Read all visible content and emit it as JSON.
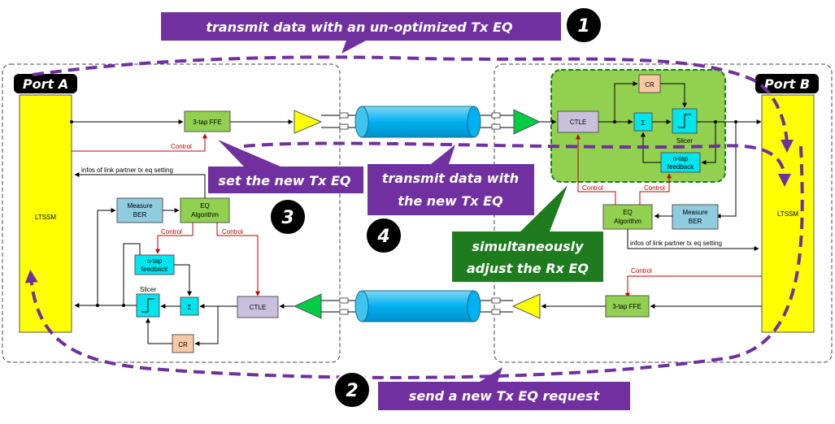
{
  "steps": [
    {
      "number": "1",
      "text": "transmit data with an un-optimized Tx EQ"
    },
    {
      "number": "2",
      "text": "send a new Tx EQ request"
    },
    {
      "number": "3",
      "text": "set the new Tx EQ"
    },
    {
      "number": "4",
      "line1": "transmit data with",
      "line2": "the new Tx EQ"
    }
  ],
  "rx_note": {
    "line1": "simultaneously",
    "line2": "adjust the Rx EQ"
  },
  "port_a": {
    "label": "Port A",
    "ltssm": "LTSSM",
    "ffe": "3-tap FFE",
    "control": "Control",
    "infos": "infos of link partner tx eq setting",
    "measure_ber_1": "Measure",
    "measure_ber_2": "BER",
    "eq_algo_1": "EQ",
    "eq_algo_2": "Algorithm",
    "ntap_1": "n-tap",
    "ntap_2": "feedback",
    "slicer": "Slicer",
    "sum": "Σ",
    "cr": "CR",
    "ctle": "CTLE"
  },
  "port_b": {
    "label": "Port B",
    "ltssm": "LTSSM",
    "ffe": "3-tap FFE",
    "control": "Control",
    "infos": "infos of link partner tx eq setting",
    "measure_ber_1": "Measure",
    "measure_ber_2": "BER",
    "eq_algo_1": "EQ",
    "eq_algo_2": "Algorithm",
    "ntap_1": "n-tap",
    "ntap_2": "feedback",
    "slicer": "Slicer",
    "sum": "Σ",
    "cr": "CR",
    "ctle": "CTLE"
  },
  "colors": {
    "callout": "#7030a0",
    "rx_note": "#1e7b1e",
    "ltssm": "#ffff00",
    "ffe": "#92d050",
    "cable": "#00b0f0",
    "ctle": "#c9c0dd",
    "ber": "#8fcce0",
    "cr": "#f8c9a4",
    "sum": "#00e5ee",
    "rx_eq_region": "#92d050"
  }
}
